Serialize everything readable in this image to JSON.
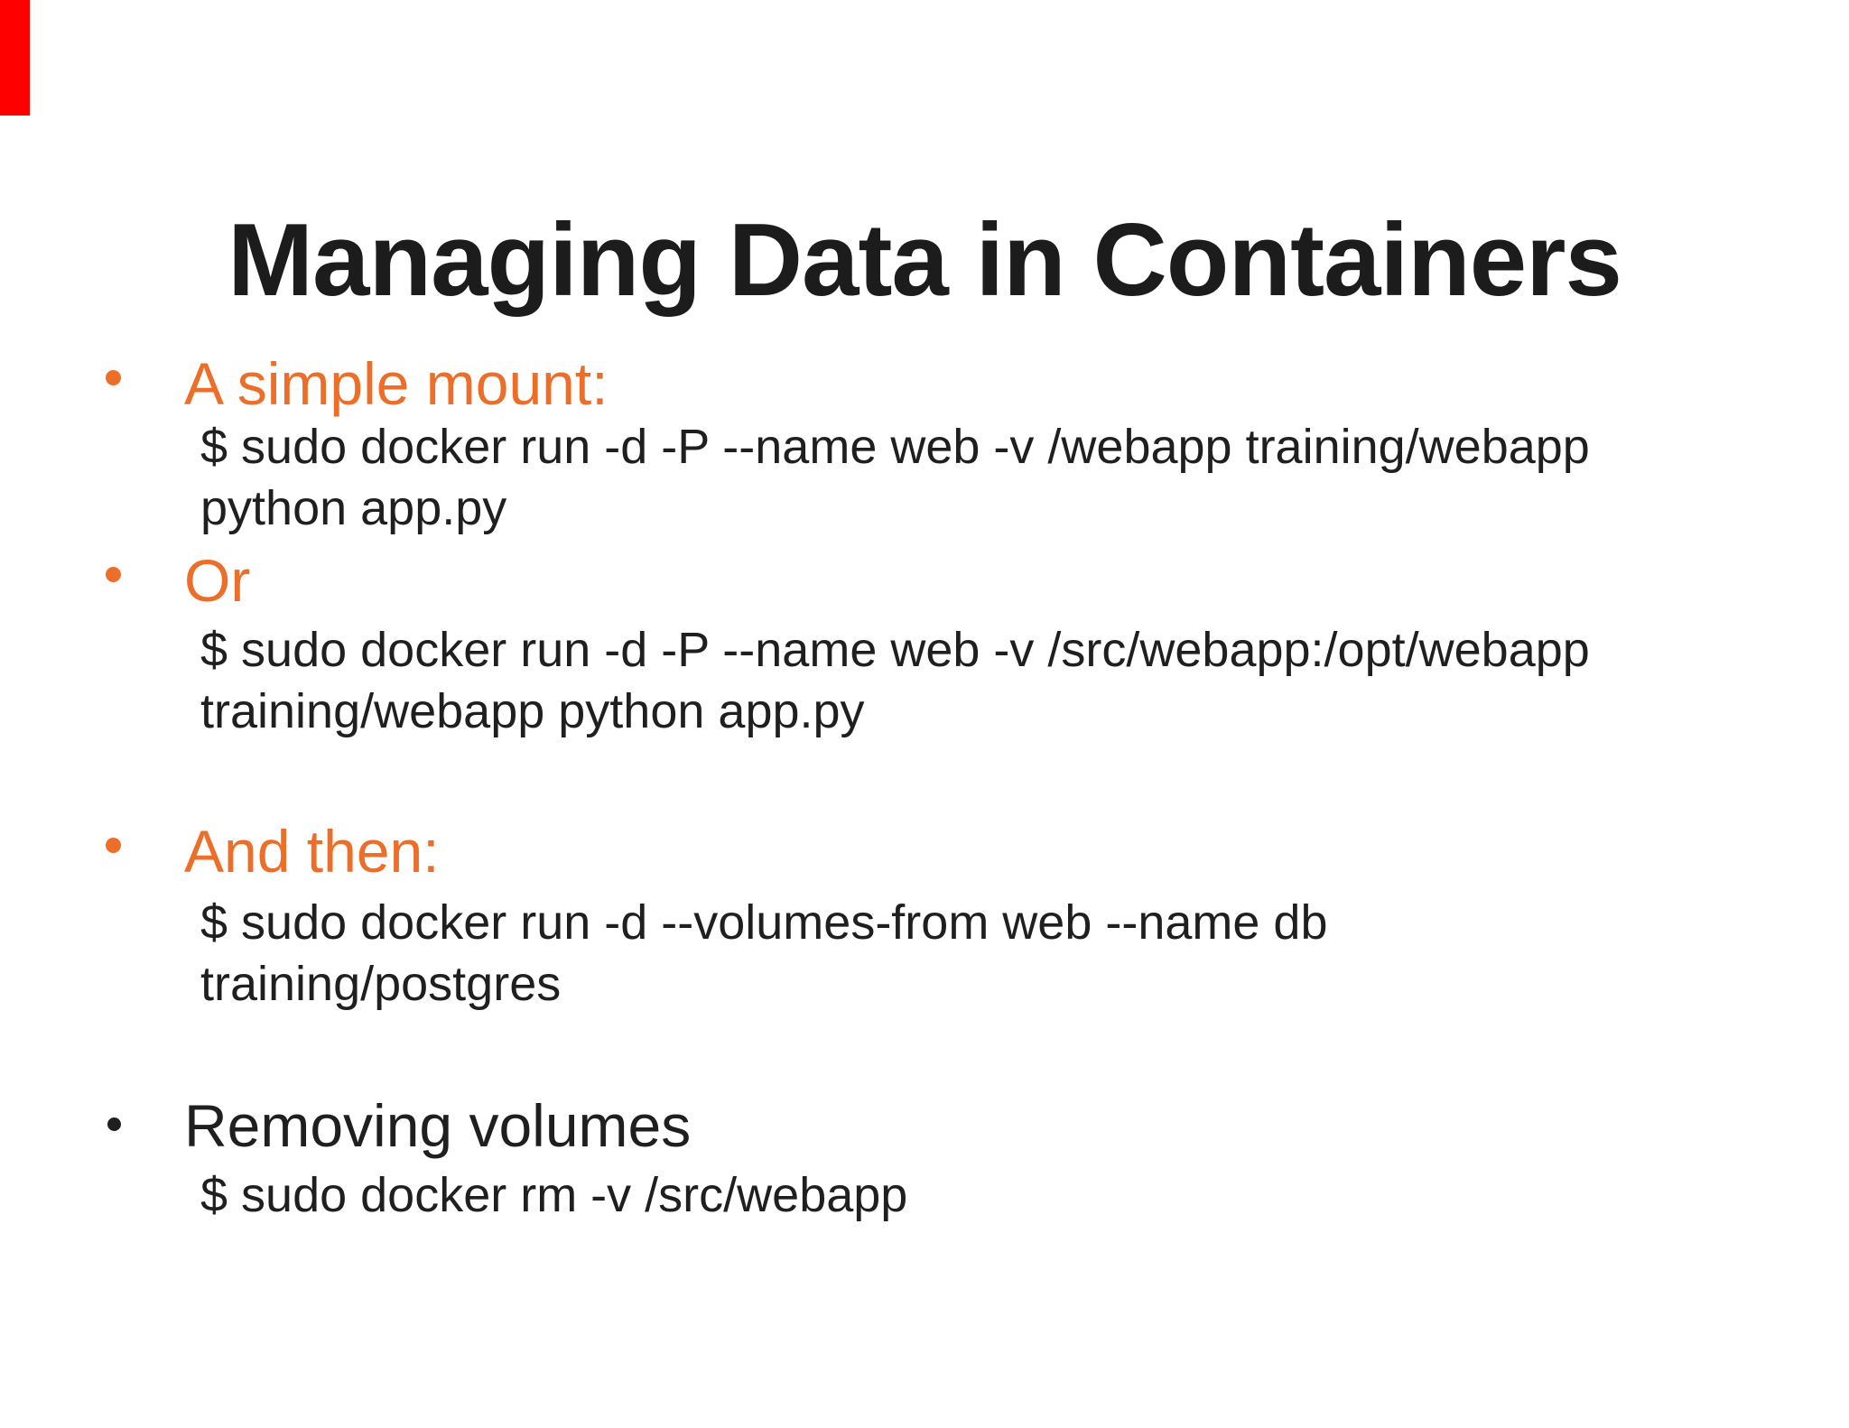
{
  "slide": {
    "title": "Managing Data in Containers",
    "accent_color": "#ed6e28",
    "text_color": "#1f1f1f",
    "red_marker_color": "#fe0000",
    "sections": [
      {
        "heading": "A simple mount:",
        "heading_style": "orange",
        "command_lines": {
          "line1": "$ sudo docker run -d -P --name web -v /webapp training/webapp",
          "line2": "python app.py"
        }
      },
      {
        "heading": "Or",
        "heading_style": "orange",
        "command_lines": {
          "line1": "$ sudo docker run -d -P --name web -v /src/webapp:/opt/webapp",
          "line2": "training/webapp python app.py"
        }
      },
      {
        "heading": "And then:",
        "heading_style": "orange",
        "command_lines": {
          "line1": "$ sudo docker run -d --volumes-from web --name db",
          "line2": "training/postgres"
        }
      },
      {
        "heading": "Removing volumes",
        "heading_style": "black",
        "command_lines": {
          "line1": "$ sudo docker rm -v /src/webapp",
          "line2": ""
        }
      }
    ]
  }
}
